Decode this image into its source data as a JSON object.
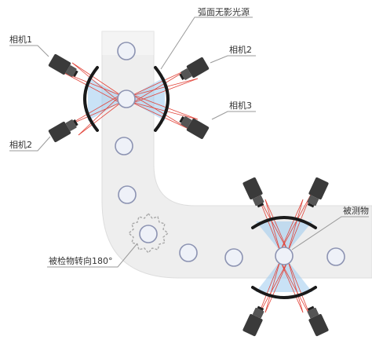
{
  "labels": {
    "light_source": "弧面无影光源",
    "camera1": "相机1",
    "camera2_right": "相机2",
    "camera3": "相机3",
    "camera2_left": "相机2",
    "object": "被测物",
    "rotate": "被检物转向180°"
  },
  "colors": {
    "track": "#eeeeee",
    "track_edge": "#dcdcdc",
    "object_fill": "#eef1f8",
    "object_stroke": "#8c93b2",
    "arc": "#1a1a1a",
    "light": "#9ccbef",
    "ray": "#e2443a",
    "camera": "#3a3a3a",
    "callout": "#999999",
    "text": "#333333"
  },
  "icons": {
    "camera": "camera-icon",
    "rotation": "gear-outline-icon"
  }
}
